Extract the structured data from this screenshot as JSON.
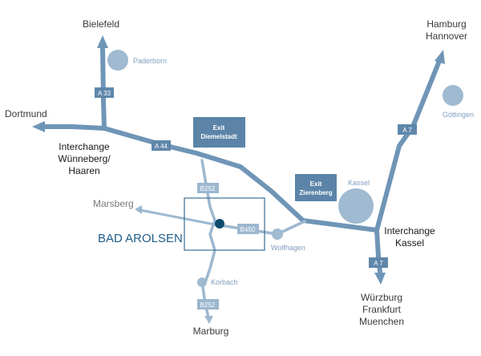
{
  "colors": {
    "motorway": "#6f95b6",
    "secondary": "#9db8d0",
    "shield_dark": "#5f87aa",
    "shield_light": "#9cb7cf",
    "exit_box": "#5b84a8",
    "town_circle": "#9fbad1",
    "city_text": "#3a3a3a",
    "town_text": "#7f9fbe",
    "marker": "#0f4a6e",
    "frame": "#3b6d93",
    "title": "#1f5d88"
  },
  "icons": {
    "arrowhead": "arrowhead-icon",
    "location_marker": "location-dot-icon"
  },
  "cities": {
    "bielefeld": "Bielefeld",
    "dortmund": "Dortmund",
    "hamburg": "Hamburg",
    "hannover": "Hannover",
    "marsberg": "Marsberg",
    "marburg": "Marburg",
    "wuerzburg": "Würzburg",
    "frankfurt": "Frankfurt",
    "muenchen": "Muenchen"
  },
  "towns": {
    "paderborn": "Paderborn",
    "goettingen": "Göttingen",
    "kassel": "Kassel",
    "wolfhagen": "Wolfhagen",
    "korbach": "Korbach"
  },
  "interchanges": {
    "wuennenberg": [
      "Interchange",
      "Wünneberg/",
      "Haaren"
    ],
    "kassel": [
      "Interchange",
      "Kassel"
    ]
  },
  "exits": {
    "diemelstadt": [
      "Exit",
      "Diemelstadt"
    ],
    "zierenberg": [
      "Exit",
      "Zierenberg"
    ]
  },
  "road_shields": {
    "a33": "A 33",
    "a44": "A 44",
    "a7_north": "A 7",
    "a7_south": "A 7",
    "b252_north": "B252",
    "b450": "B450",
    "b252_south": "B252"
  },
  "title": "BAD AROLSEN"
}
